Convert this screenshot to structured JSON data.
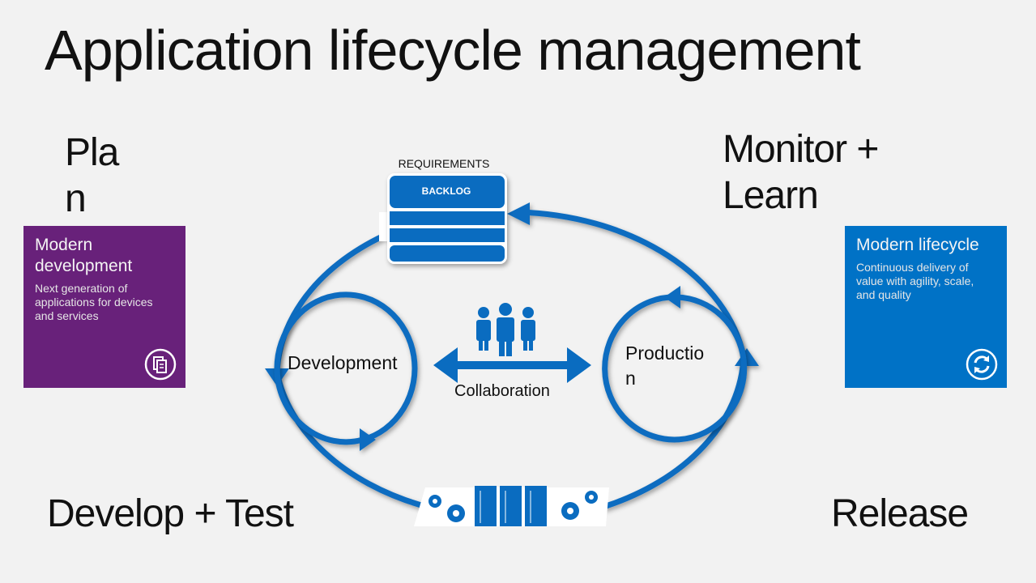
{
  "title": "Application lifecycle management",
  "phases": {
    "plan": "Pla n",
    "monitor": "Monitor + Learn",
    "develop": "Develop + Test",
    "release": "Release"
  },
  "tiles": {
    "modern_development": {
      "title": "Modern development",
      "description": "Next generation of applications for devices and services",
      "icon": "document-stack-icon",
      "color": "#68217a"
    },
    "modern_lifecycle": {
      "title": "Modern lifecycle",
      "description": "Continuous delivery of value with agility, scale, and quality",
      "icon": "refresh-cycle-icon",
      "color": "#0072c6"
    }
  },
  "diagram": {
    "requirements_label": "REQUIREMENTS",
    "backlog_label": "BACKLOG",
    "development_label": "Development",
    "production_label": "Productio n",
    "collaboration_label": "Collaboration",
    "icons": [
      "people-icon",
      "gears-icon",
      "servers-icon"
    ],
    "accent": "#0a6cc0"
  }
}
